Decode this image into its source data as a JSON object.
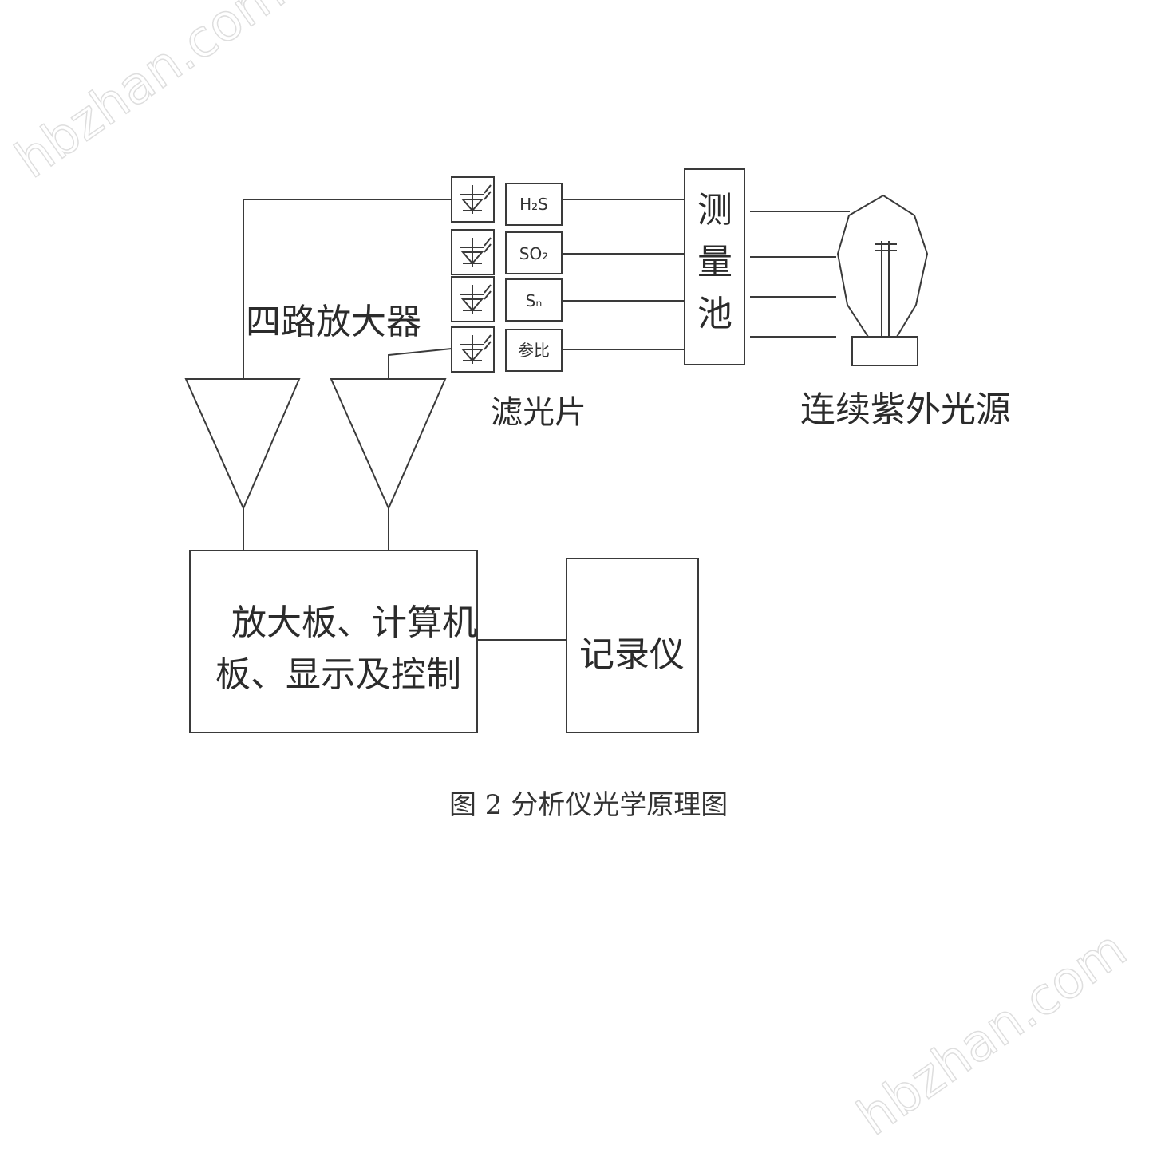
{
  "watermark": "hbzhan.com",
  "labels": {
    "amplifier": "四路放大器",
    "filter": "滤光片",
    "cell": [
      "测",
      "量",
      "池"
    ],
    "light_source": "连续紫外光源",
    "board_line1": "放大板、计算机",
    "board_line2": "板、显示及控制",
    "recorder": "记录仪",
    "caption": "图 2  分析仪光学原理图"
  },
  "filters": [
    {
      "label": "H₂S"
    },
    {
      "label": "SO₂"
    },
    {
      "label": "Sₙ"
    },
    {
      "label": "参比"
    }
  ]
}
